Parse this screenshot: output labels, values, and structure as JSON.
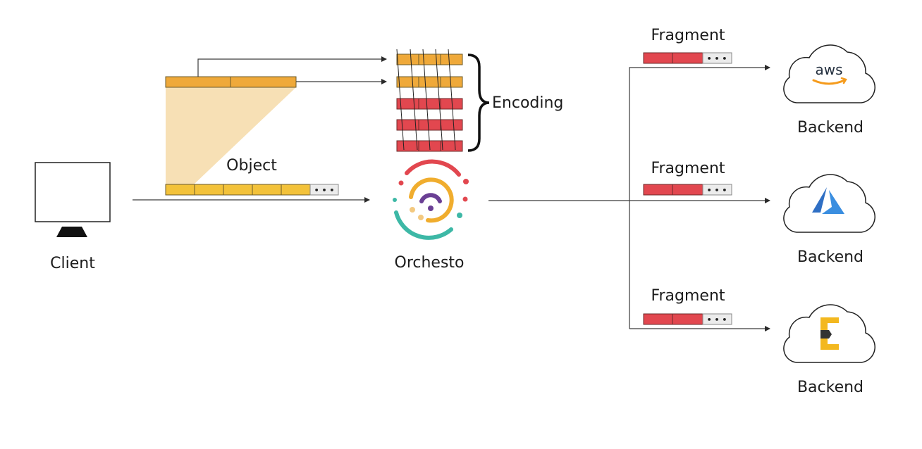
{
  "labels": {
    "client": "Client",
    "object": "Object",
    "encoding": "Encoding",
    "orchestrator": "Orchesto",
    "fragment_1": "Fragment",
    "fragment_2": "Fragment",
    "fragment_3": "Fragment",
    "backend_1": "Backend",
    "backend_2": "Backend",
    "backend_3": "Backend",
    "ellipsis": "• • •",
    "aws_text": "aws"
  },
  "icons": {
    "client": "computer-monitor-icon",
    "orchestrator": "orchesto-logo-icon",
    "backend_1": "aws-cloud-icon",
    "backend_2": "azure-cloud-icon",
    "backend_3": "elastic-cloud-icon"
  },
  "colors": {
    "data_cell": "#f3c23a",
    "encoded_cell": "#efa93a",
    "parity_cell": "#e2474f",
    "highlight": "#f7e0b5",
    "ellipsis_cell": "#ececec"
  }
}
